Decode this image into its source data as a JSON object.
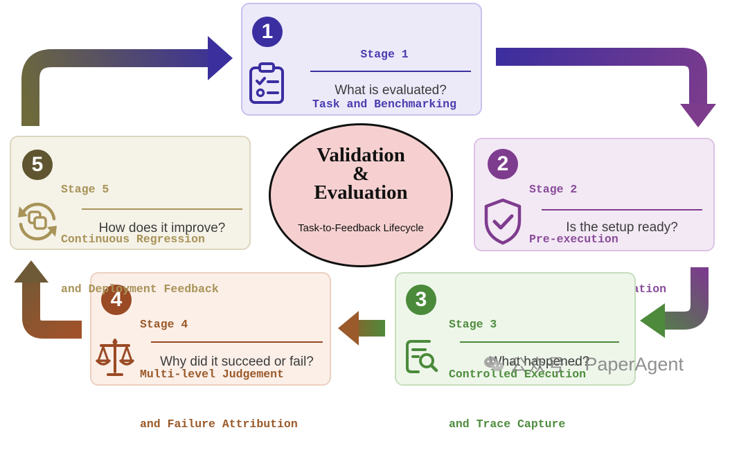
{
  "center": {
    "title_lines": [
      "Validation",
      "&",
      "Evaluation"
    ],
    "subtitle": "Task-to-Feedback Lifecycle"
  },
  "stages": [
    {
      "number": "1",
      "label": "Stage 1",
      "title_lines": [
        "Task and Benchmarking",
        "Grounding"
      ],
      "question": "What is evaluated?",
      "icon": "clipboard-checklist-icon",
      "accent": "#3b2ea0"
    },
    {
      "number": "2",
      "label": "Stage 2",
      "title_lines": [
        "Pre-execution",
        "Readiness Validation"
      ],
      "question": "Is the setup ready?",
      "icon": "shield-check-icon",
      "accent": "#7e3c8e"
    },
    {
      "number": "3",
      "label": "Stage 3",
      "title_lines": [
        "Controlled Execution",
        "and Trace Capture"
      ],
      "question": "What happened?",
      "icon": "document-search-icon",
      "accent": "#4a8a3a"
    },
    {
      "number": "4",
      "label": "Stage 4",
      "title_lines": [
        "Multi-level Judgement",
        "and Failure Attribution"
      ],
      "question": "Why did it succeed or fail?",
      "icon": "balance-scale-icon",
      "accent": "#9a4a24"
    },
    {
      "number": "5",
      "label": "Stage 5",
      "title_lines": [
        "Continuous Regression",
        "and Deployment Feedback"
      ],
      "question": "How does it improve?",
      "icon": "refresh-chat-icon",
      "accent": "#6b5e2e"
    }
  ],
  "watermark": {
    "platform": "公众号",
    "separator": "·",
    "account": "PaperAgent"
  },
  "colors": {
    "stage1_text": "#4a3cae",
    "stage2_text": "#8a4c9a",
    "stage3_text": "#4f8c3f",
    "stage4_text": "#9a5a2a",
    "stage5_text": "#a89358"
  }
}
